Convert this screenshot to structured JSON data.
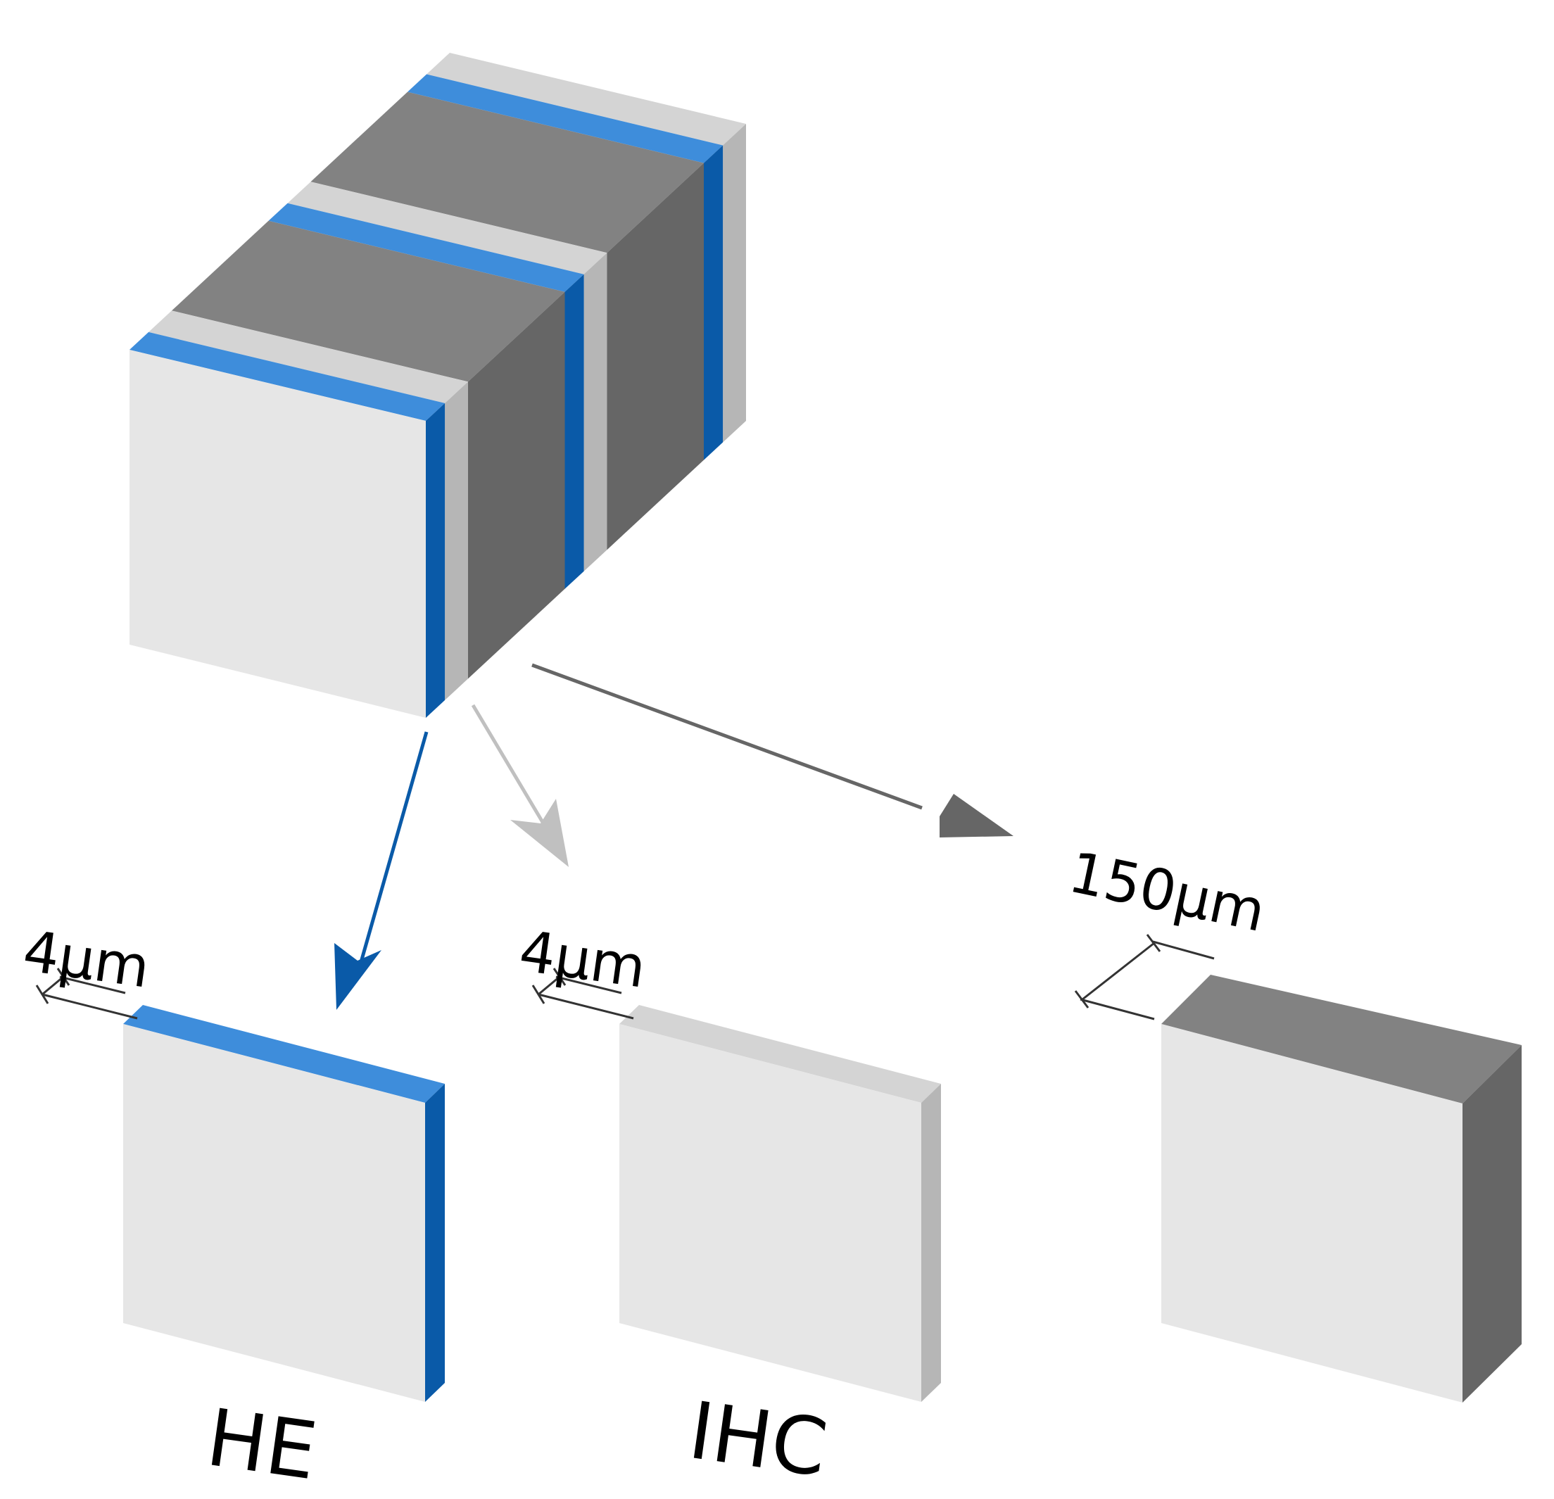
{
  "labels": {
    "he_thickness": "4µm",
    "ihc_thickness": "4µm",
    "block_thickness": "150µm",
    "he_name": "HE",
    "ihc_name": "IHC"
  },
  "colors": {
    "he_top": "#3e8ddb",
    "he_side": "#0a5aa8",
    "ihc_top": "#d4d4d4",
    "ihc_side": "#b6b6b6",
    "block_top": "#828282",
    "block_side": "#666666",
    "front": "#e6e6e6",
    "arrow_he": "#0a5aa8",
    "arrow_ihc": "#c0c0c0",
    "arrow_block": "#666666",
    "dimension": "#333333"
  }
}
